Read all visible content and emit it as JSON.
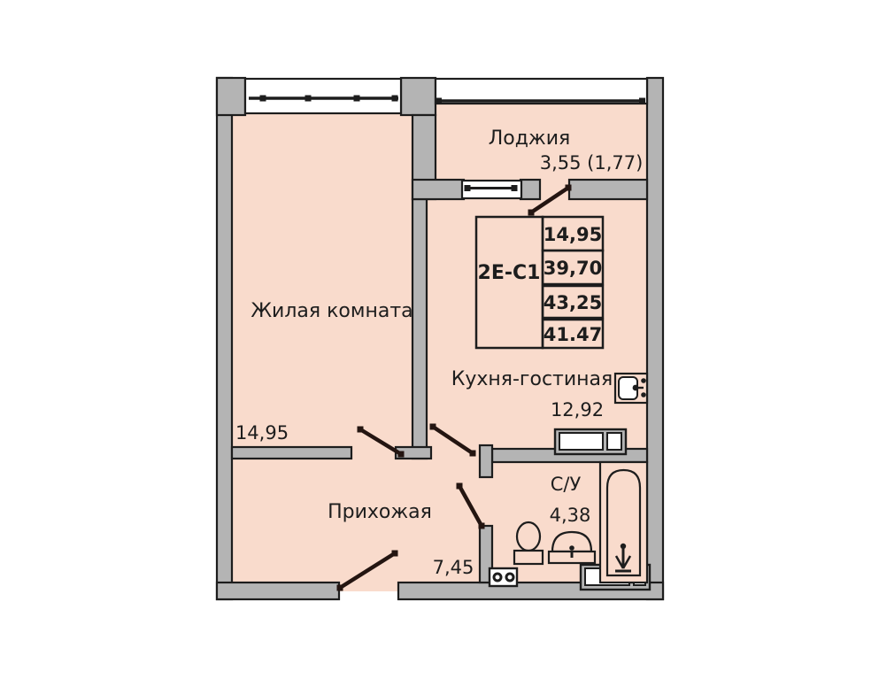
{
  "floorplan": {
    "unit": {
      "code": "2Е-С1",
      "values": [
        "14,95",
        "39,70",
        "43,25",
        "41.47"
      ]
    },
    "rooms": {
      "loggia": {
        "name": "Лоджия",
        "area": "3,55 (1,77)"
      },
      "living": {
        "name": "Жилая комната",
        "area": "14,95"
      },
      "kitchen": {
        "name": "Кухня-гостиная",
        "area": "12,92"
      },
      "hallway": {
        "name": "Прихожая",
        "area": "7,45"
      },
      "bathroom": {
        "name": "С/У",
        "area": "4,38"
      }
    },
    "colors": {
      "room_fill": "#f9dbcc",
      "wall_fill": "#b4b4b4",
      "outline": "#1d1d1d",
      "door_leaf": "#241511",
      "background": "#ffffff"
    }
  }
}
